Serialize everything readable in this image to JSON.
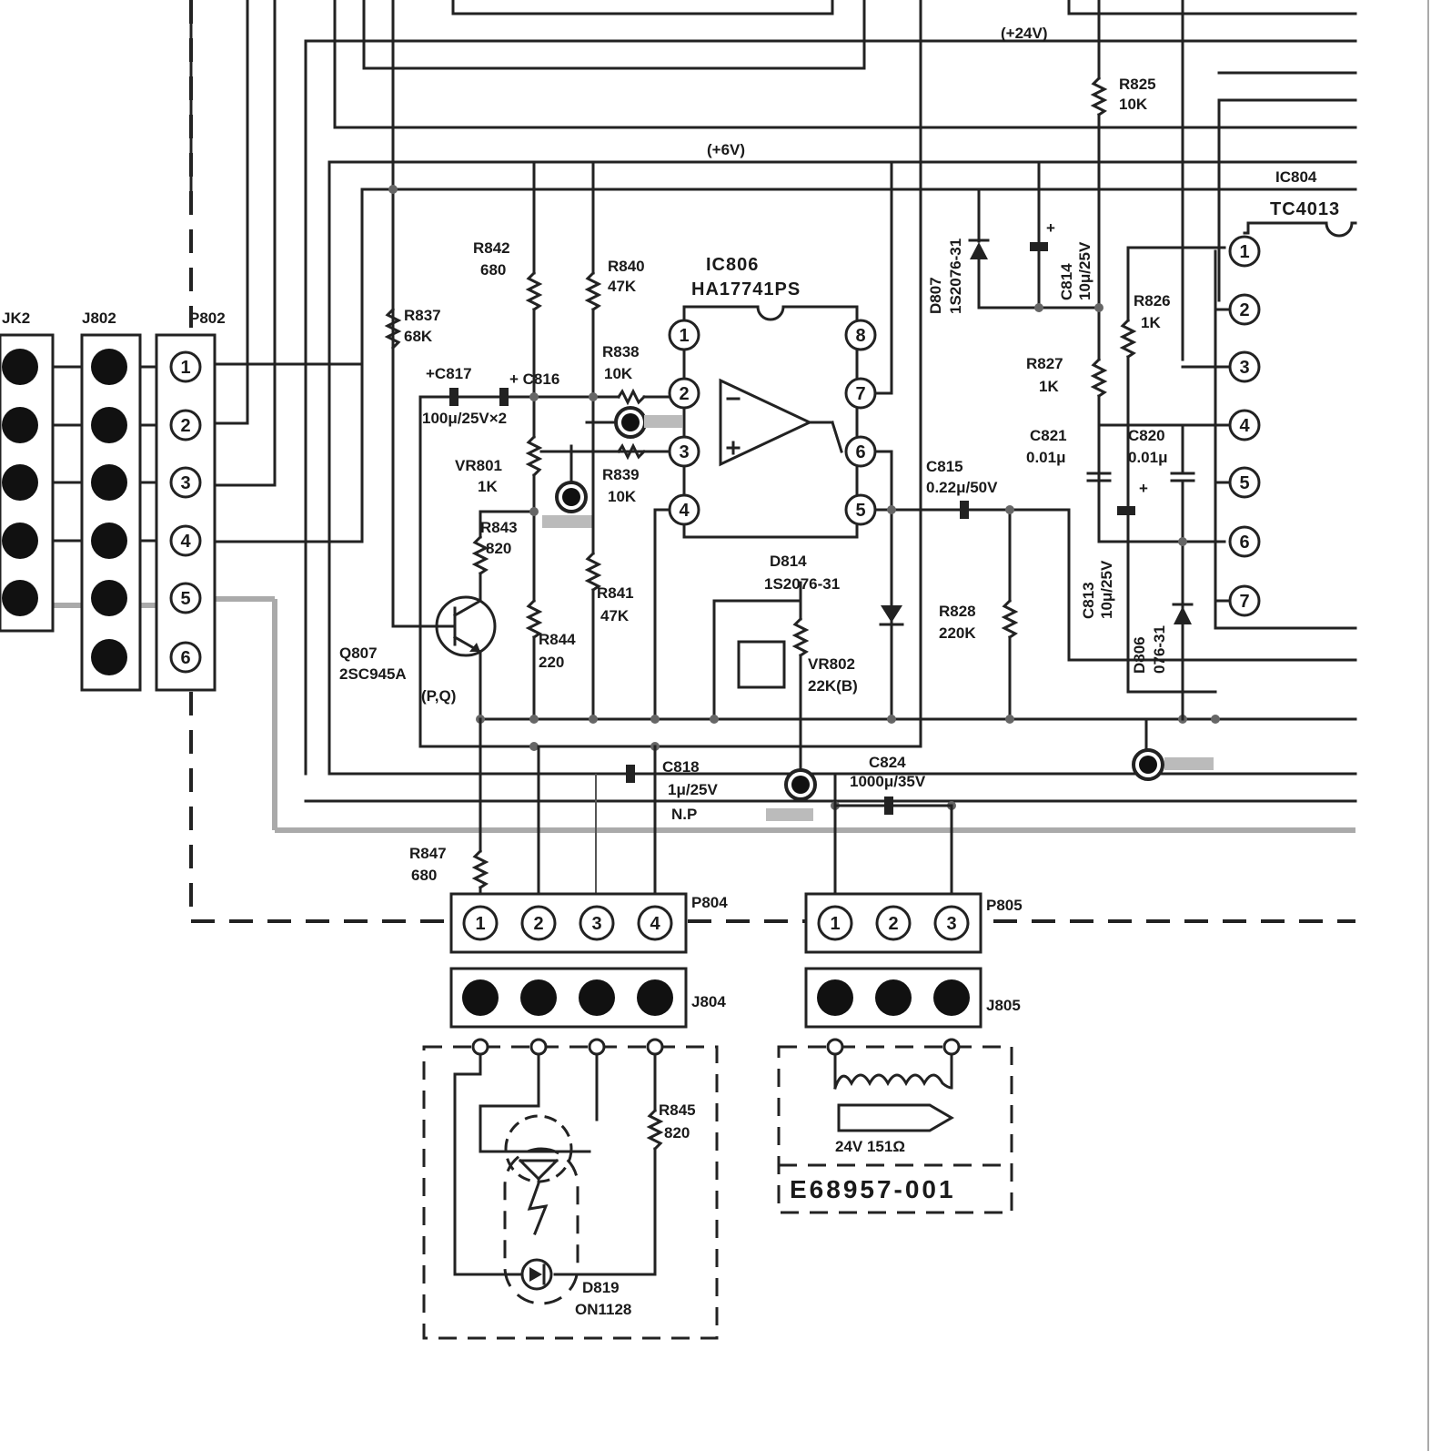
{
  "labels": {
    "jk2": "JK2",
    "j802": "J802",
    "p802": "P802",
    "r842": "R842",
    "r842_val": "680",
    "r840": "R840",
    "r840_val": "47K",
    "r837": "R837",
    "r837_val": "68K",
    "c817": "+C817",
    "c816": "+ C816",
    "c817_val": "100μ/25V×2",
    "r838": "R838",
    "r838_val": "10K",
    "ic806": "IC806",
    "ic806_type": "HA17741PS",
    "vr801": "VR801",
    "vr801_val": "1K",
    "r839": "R839",
    "r839_val": "10K",
    "r843": "R843",
    "r843_val": "820",
    "r841": "R841",
    "r841_val": "47K",
    "q807": "Q807",
    "q807_type": "2SC945A",
    "q807_grade": "(P,Q)",
    "r844": "R844",
    "r844_val": "220",
    "d814": "D814",
    "d814_type": "1S2076-31",
    "vr802": "VR802",
    "vr802_val": "22K(B)",
    "c815": "C815",
    "c815_val": "0.22μ/50V",
    "r828": "R828",
    "r828_val": "220K",
    "c818": "C818",
    "c818_val": "1μ/25V",
    "c818_np": "N.P",
    "c824": "C824",
    "c824_val": "1000μ/35V",
    "r847": "R847",
    "r847_val": "680",
    "p804": "P804",
    "p805": "P805",
    "j804": "J804",
    "j805": "J805",
    "r845": "R845",
    "r845_val": "820",
    "d819": "D819",
    "d819_type": "ON1128",
    "coil_spec": "24V  151Ω",
    "part_no": "E68957-001",
    "r825": "R825",
    "r825_val": "10K",
    "rail_24v": "(+24V)",
    "rail_6v": "(+6V)",
    "ic804": "IC804",
    "ic804_type": "TC4013",
    "d807": "D807",
    "d807_type": "1S2076-31",
    "c814": "C814",
    "c814_val": "10μ/25V",
    "r826": "R826",
    "r826_val": "1K",
    "r827": "R827",
    "r827_val": "1K",
    "c821": "C821",
    "c821_val": "0.01μ",
    "c820": "C820",
    "c820_val": "0.01μ",
    "c813": "C813",
    "c813_val": "10μ/25V",
    "d806": "D806",
    "d806_type": "076-31"
  },
  "pins": {
    "p802": [
      "1",
      "2",
      "3",
      "4",
      "5",
      "6"
    ],
    "ic806_left": [
      "1",
      "2",
      "3",
      "4"
    ],
    "ic806_right": [
      "8",
      "7",
      "6",
      "5"
    ],
    "ic804": [
      "1",
      "2",
      "3",
      "4",
      "5",
      "6",
      "7"
    ],
    "p804": [
      "1",
      "2",
      "3",
      "4"
    ],
    "p805": [
      "1",
      "2",
      "3"
    ]
  },
  "colors": {
    "ink": "#222222",
    "paper": "#ffffff",
    "faint": "#aaaaaa"
  }
}
